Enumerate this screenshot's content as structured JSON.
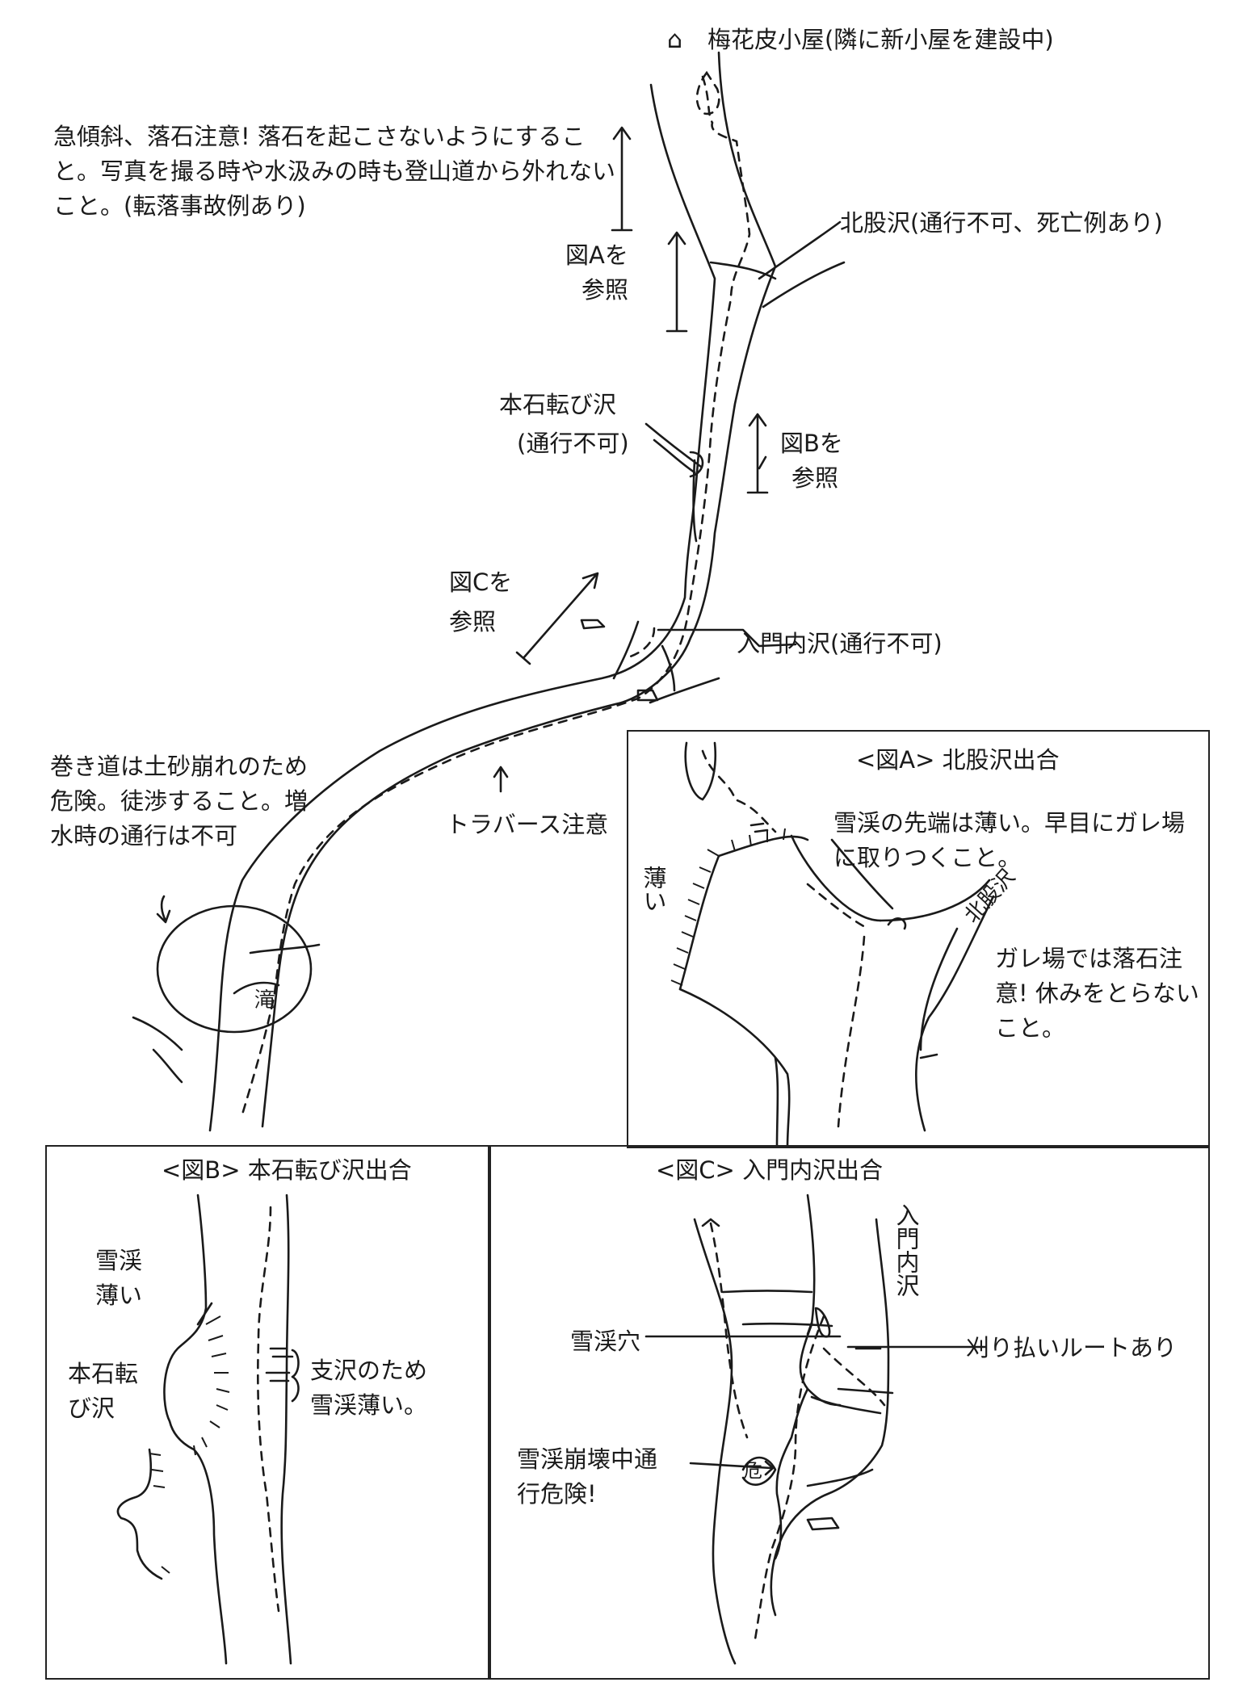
{
  "main_map": {
    "hut_label": "梅花皮小屋(隣に新小屋を建設中)",
    "warning_steep": "急傾斜、落石注意! 落石を起こさないようにすること。写真を撮る時や水汲みの時も登山道から外れないこと。(転落事故例あり)",
    "kitamata": "北股沢(通行不可、死亡例あり)",
    "ref_a_line1": "図Aを",
    "ref_a_line2": "参照",
    "honishi": "本石転び沢",
    "honishi_note": "(通行不可)",
    "ref_b_line1": "図Bを",
    "ref_b_line2": "参照",
    "ref_c_line1": "図Cを",
    "ref_c_line2": "参照",
    "irimon": "入門内沢(通行不可)",
    "traverse": "トラバース注意",
    "makimichi": "巻き道は土砂崩れのため危険。徒渉すること。増水時の通行は不可",
    "taki": "滝"
  },
  "fig_a": {
    "title": "<図A> 北股沢出合",
    "snow_note": "雪渓の先端は薄い。早目にガレ場に取りつくこと。",
    "kitamata_label": "北股沢",
    "thin_label": "薄い",
    "gare_note": "ガレ場では落石注意! 休みをとらないこと。"
  },
  "fig_b": {
    "title": "<図B> 本石転び沢出合",
    "snow_thin": "雪渓薄い",
    "honishi": "本石転び沢",
    "branch_note": "支沢のため雪渓薄い。"
  },
  "fig_c": {
    "title": "<図C> 入門内沢出合",
    "irimon": "入門内沢",
    "snow_hole": "雪渓穴",
    "cut_route": "刈り払いルートあり",
    "collapse": "雪渓崩壊中通行危険!",
    "mark": "危"
  }
}
